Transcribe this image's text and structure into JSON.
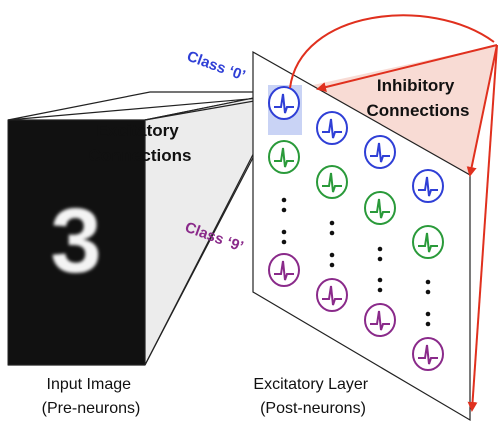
{
  "labels": {
    "class_top": "Class ‘0’",
    "class_bottom": "Class ‘9’",
    "excitatory_line1": "Excitatory",
    "excitatory_line2": "Connections",
    "inhibitory_line1": "Inhibitory",
    "inhibitory_line2": "Connections",
    "input_line1": "Input Image",
    "input_line2": "(Pre-neurons)",
    "layer_line1": "Excitatory Layer",
    "layer_line2": "(Post-neurons)"
  },
  "input_image": {
    "digit": "3"
  },
  "neuron_grid": {
    "rows": [
      {
        "kind": "neuron",
        "class_color": "blue"
      },
      {
        "kind": "neuron",
        "class_color": "green"
      },
      {
        "kind": "ellipsis"
      },
      {
        "kind": "ellipsis"
      },
      {
        "kind": "neuron",
        "class_color": "purple"
      },
      {
        "kind": "neuron",
        "class_color": "purple"
      }
    ]
  },
  "colors": {
    "blue": "#2f3fd6",
    "green": "#2a9a3a",
    "purple": "#8a2a8a",
    "red": "#e0301e",
    "inhibitory_fill": "#f6cfc6",
    "highlight": "#c9d3f5"
  }
}
